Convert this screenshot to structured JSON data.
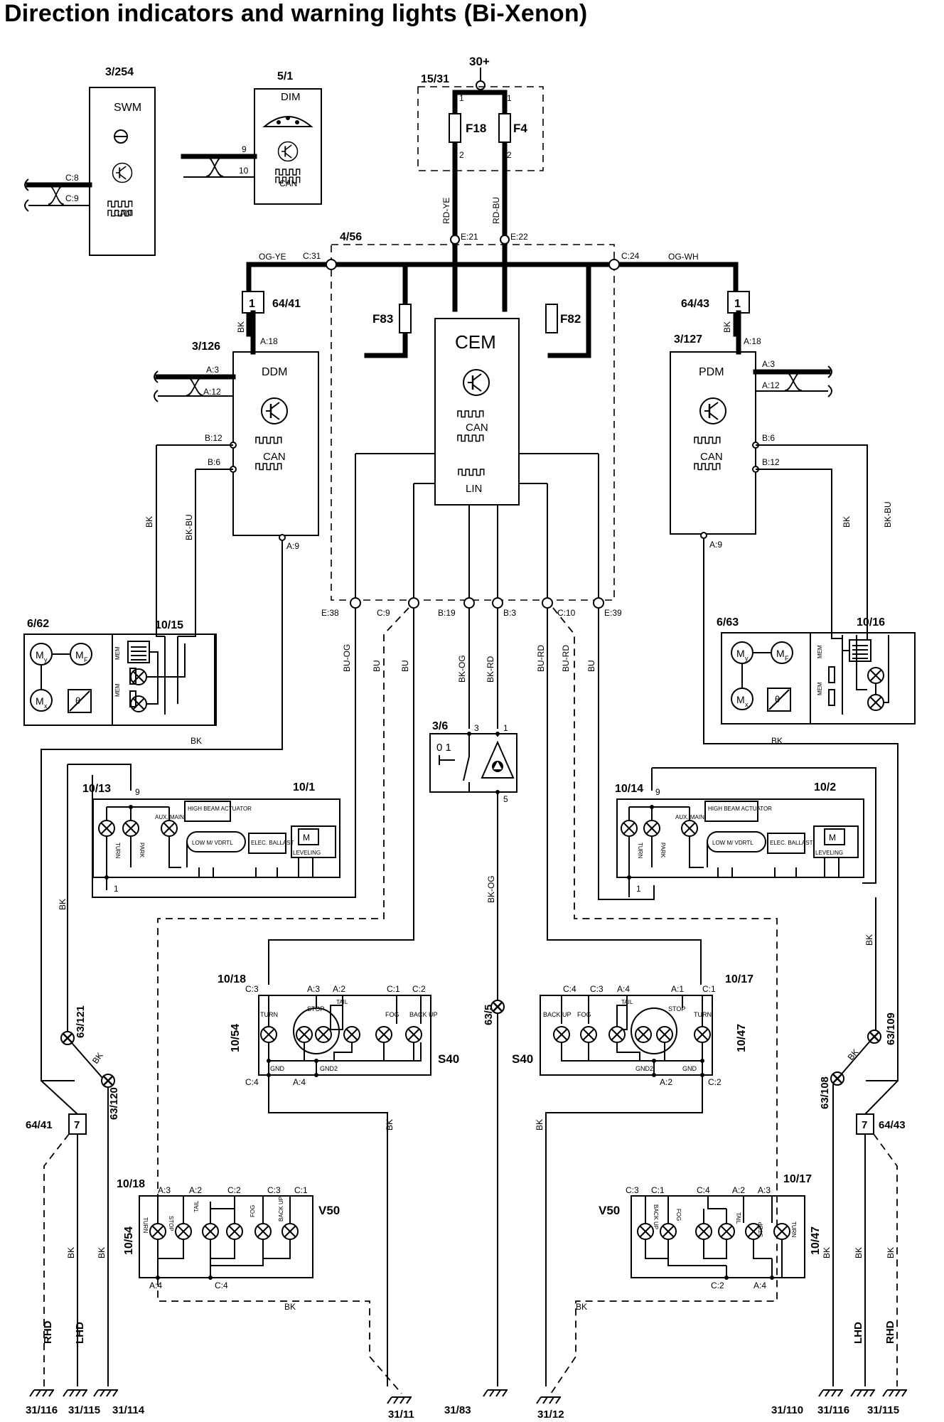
{
  "title": "Direction indicators and warning lights (Bi-Xenon)",
  "supply": "30+",
  "modules": {
    "swm": {
      "id": "3/254",
      "name": "SWM",
      "pin_a": "C:8",
      "pin_b": "C:9"
    },
    "dim": {
      "id": "5/1",
      "name": "DIM",
      "pin_a": "9",
      "pin_b": "10"
    },
    "fusebox_front": {
      "id": "15/31"
    },
    "fuse_f18": "F18",
    "fuse_f4": "F4",
    "cem_box": {
      "id": "4/56"
    },
    "cem": {
      "name": "CEM",
      "lin": "LIN"
    },
    "fuse_f83": "F83",
    "fuse_f82": "F82",
    "ddm": {
      "id": "3/126",
      "name": "DDM"
    },
    "pdm": {
      "id": "3/127",
      "name": "PDM"
    },
    "mirror_left": {
      "id": "6/62",
      "sub": "10/15"
    },
    "mirror_right": {
      "id": "6/63",
      "sub": "10/16"
    },
    "hazard_switch": {
      "id": "3/6",
      "pos": "0 1"
    },
    "headlamp_left": {
      "id": "10/1",
      "sub": "10/13"
    },
    "headlamp_right": {
      "id": "10/2",
      "sub": "10/14"
    },
    "rear_s40_left": {
      "id": "10/18",
      "side": "10/54",
      "model": "S40"
    },
    "rear_s40_right": {
      "id": "10/17",
      "side": "10/47",
      "model": "S40"
    },
    "rear_v50_left": {
      "id": "10/18",
      "side": "10/54",
      "model": "V50"
    },
    "rear_v50_right": {
      "id": "10/17",
      "side": "10/47",
      "model": "V50"
    },
    "conn_64_41": {
      "id": "64/41",
      "pin_top": "1",
      "pin_bottom": "7"
    },
    "conn_64_43": {
      "id": "64/43",
      "pin_top": "1",
      "pin_bottom": "7"
    },
    "splice_63_121": "63/121",
    "splice_63_120": "63/120",
    "splice_63_5": "63/5",
    "splice_63_108": "63/108",
    "splice_63_109": "63/109"
  },
  "grounds": [
    "31/116",
    "31/115",
    "31/114",
    "31/11",
    "31/83",
    "31/12",
    "31/110",
    "31/116",
    "31/115"
  ],
  "wire_colors": {
    "og_ye": "OG-YE",
    "og_wh": "OG-WH",
    "rd_ye": "RD-YE",
    "rd_bu": "RD-BU",
    "bk": "BK",
    "bk_bu": "BK-BU",
    "bu": "BU",
    "bu_og": "BU-OG",
    "bk_og": "BK-OG",
    "bk_rd": "BK-RD",
    "bu_rd": "BU-RD"
  },
  "pins": {
    "fuse_in_1": "1",
    "fuse_out_2": "2",
    "e21": "E:21",
    "e22": "E:22",
    "c31": "C:31",
    "c24": "C:24",
    "a18": "A:18",
    "a3": "A:3",
    "a12": "A:12",
    "b12": "B:12",
    "b6": "B:6",
    "a9": "A:9",
    "e38": "E:38",
    "c9": "C:9",
    "b19": "B:19",
    "b3": "B:3",
    "c10": "C:10",
    "e39": "E:39",
    "sw3": "3",
    "sw1": "1",
    "sw5": "5",
    "p9": "9",
    "p1": "1",
    "c3": "C:3",
    "a3b": "A:3",
    "a2": "A:2",
    "c1": "C:1",
    "c2": "C:2",
    "c4": "C:4",
    "a4": "A:4",
    "a1": "A:1"
  },
  "lamp_labels": {
    "can": "CAN",
    "turn": "TURN",
    "park": "PARK",
    "aux_main": "AUX. MAIN",
    "high_beam": "HIGH BEAM ACTUATOR",
    "low_beam": "LOW M/ VDRTL",
    "ballast": "ELEC. BALLAST",
    "leveling": "LEVELING",
    "stop": "STOP",
    "tail": "TAIL",
    "fog": "FOG",
    "back_up": "BACK UP",
    "gnd": "GND",
    "gnd2": "GND2",
    "mem": "MEM"
  },
  "sides": {
    "rhd": "RHD",
    "lhd": "LHD"
  }
}
